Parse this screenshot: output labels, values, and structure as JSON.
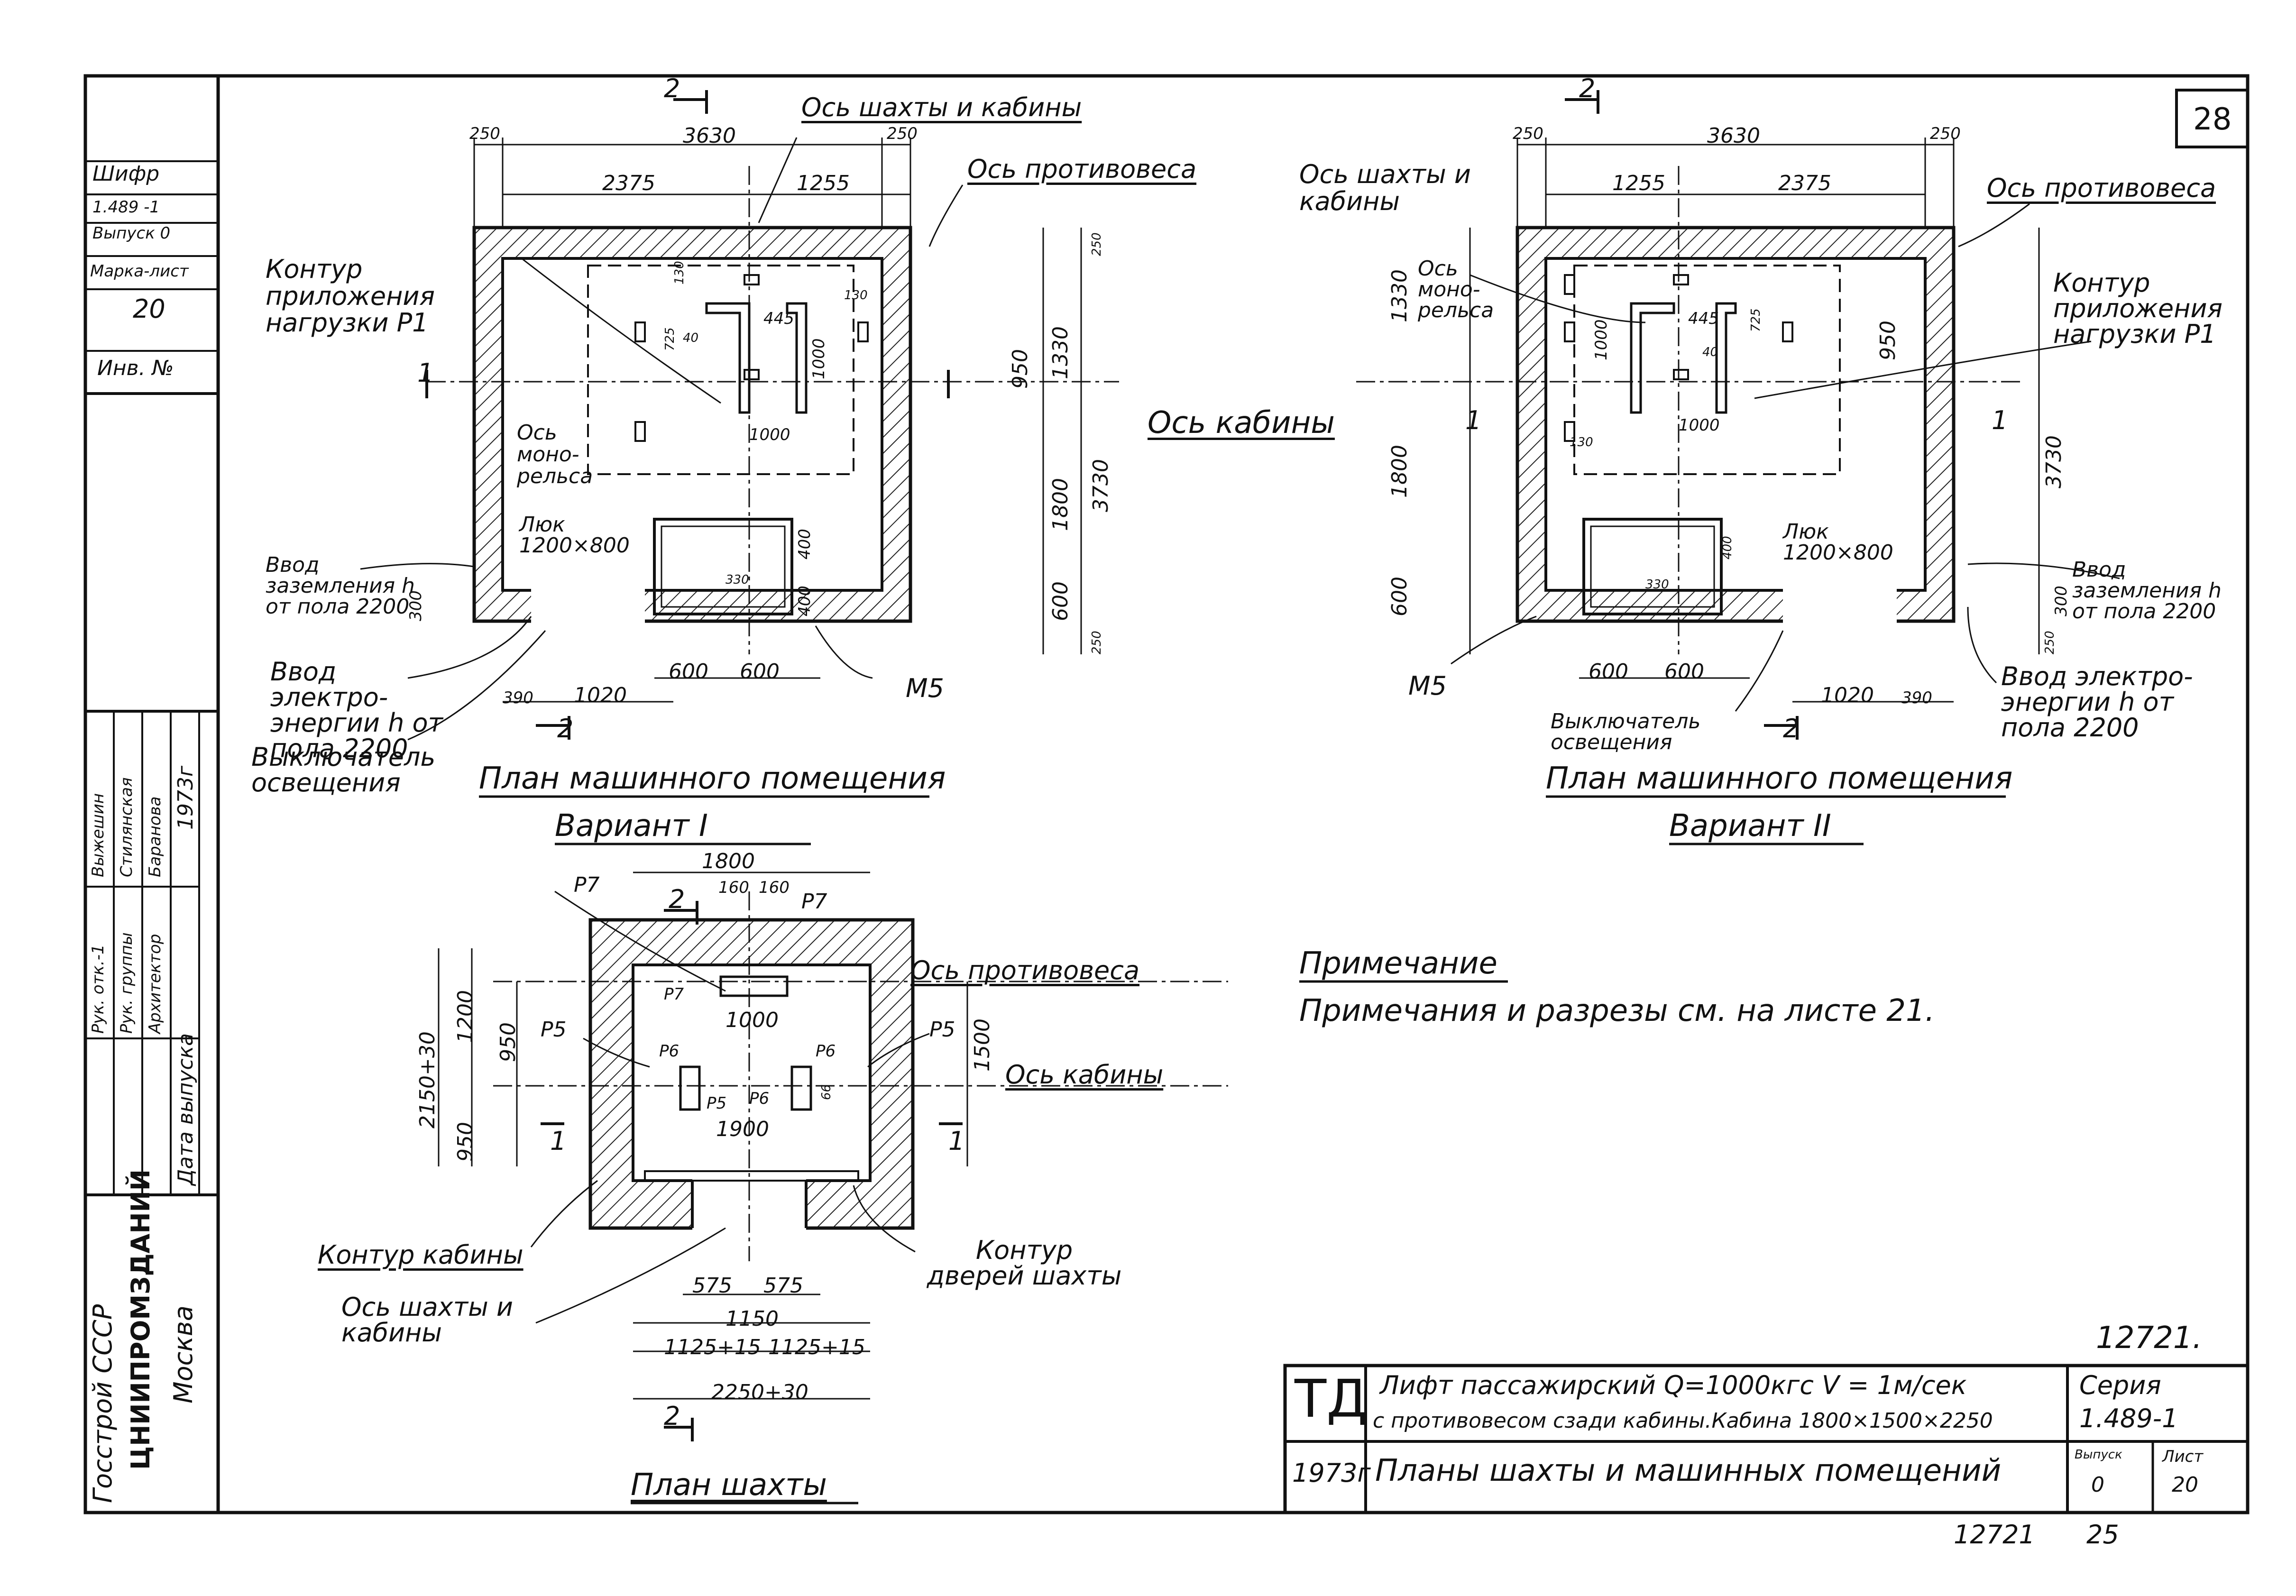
{
  "sheet_number_top": "28",
  "sidebar": {
    "cipher_label": "Шифр",
    "cipher_value": "1.489 -1",
    "issue_value": "Выпуск 0",
    "mark_sheet_label": "Марка-лист",
    "mark_sheet_value": "20",
    "inv_label": "Инв. №",
    "signatures": {
      "roles": [
        "Рук. отк.-1",
        "Рук. группы",
        "Архитектор",
        "Дата выпуска"
      ],
      "names": [
        "Выжешин",
        "Стилянская",
        "Баранова"
      ],
      "year": "1973г",
      "org_line1": "Госстрой СССР",
      "org_line2": "ЦНИИПРОМЗДАНИЙ",
      "org_line3": "Москва"
    }
  },
  "plan_variant_1": {
    "caption": "План машинного помещения",
    "variant": "Вариант I",
    "labels": {
      "shaft_axis": "Ось шахты и кабины",
      "counterweight_axis": "Ось противовеса",
      "load_contour": "Контур приложения нагрузки P1",
      "monorail_axis": "Ось моно- рельса",
      "hatch": "Люк 1200×800",
      "ground_input": "Ввод заземления h от пола 2200",
      "power_input": "Ввод электро- энергии h от пола 2200",
      "light_switch": "Выключатель освещения",
      "m5": "М5",
      "section_1": "1",
      "section_2": "2"
    },
    "dims": {
      "total_width": "3630",
      "left_wall": "250",
      "right_wall": "250",
      "w1": "2375",
      "w2": "1255",
      "h_total": "3730",
      "h1": "1330",
      "h2": "1800",
      "h3": "600",
      "h_wall_top": "250",
      "h_wall_bottom": "250",
      "h950": "950",
      "d445": "445",
      "d1000a": "1000",
      "d1000b": "1000",
      "d725": "725",
      "d40": "40",
      "d130a": "130",
      "d130b": "130",
      "d400a": "400",
      "d400b": "400",
      "d330": "330",
      "d300": "300",
      "d390": "390",
      "d1020": "1020",
      "d600a": "600",
      "d600b": "600"
    }
  },
  "plan_variant_2": {
    "caption": "План машинного помещения",
    "variant": "Вариант II",
    "labels": {
      "shaft_axis": "Ось шахты и кабины",
      "counterweight_axis": "Ось противовеса",
      "load_contour": "Контур приложения нагрузки P1",
      "monorail_axis": "Ось моно- рельса",
      "cabin_axis": "Ось кабины",
      "hatch": "Люк 1200×800",
      "ground_input": "Ввод заземления h от пола 2200",
      "power_input": "Ввод электро- энергии h от пола 2200",
      "light_switch": "Выключатель освещения",
      "m5": "М5",
      "section_1": "1",
      "section_2": "2"
    },
    "dims": {
      "total_width": "3630",
      "left_wall": "250",
      "right_wall": "250",
      "w1": "1255",
      "w2": "2375",
      "h_total": "3730",
      "h1": "1330",
      "h2": "1800",
      "h3": "600",
      "h950": "950",
      "d445": "445",
      "d1000a": "1000",
      "d1000b": "1000",
      "d725": "725",
      "d40": "40",
      "d130": "130",
      "d400": "400",
      "d330": "330",
      "d300": "300",
      "d390": "390",
      "d1020": "1020",
      "d600a": "600",
      "d600b": "600",
      "d250": "250"
    }
  },
  "shaft_plan": {
    "caption": "План шахты",
    "labels": {
      "counterweight_axis": "Ось противовеса",
      "cabin_axis": "Ось кабины",
      "cabin_contour": "Контур кабины",
      "door_contour": "Контур дверей шахты",
      "shaft_axis": "Ось шахты и кабины",
      "p7a": "P7",
      "p7b": "P7",
      "p5a": "P5",
      "p5b": "P5",
      "p6a": "P6",
      "p6b": "P6",
      "p6c": "P6",
      "p7c": "P7",
      "p5c": "P5",
      "section_2": "2",
      "section_1": "1"
    },
    "dims": {
      "d1800": "1800",
      "d160a": "160",
      "d160b": "160",
      "d1000": "1000",
      "d1900": "1900",
      "d2150": "2150+30",
      "d1200": "1200",
      "d950a": "950",
      "d950b": "950",
      "d1500": "1500",
      "d66": "66",
      "d575a": "575",
      "d575b": "575",
      "d1150": "1150",
      "d1125a": "1125+15",
      "d1125b": "1125+15",
      "d2250": "2250+30"
    }
  },
  "note": {
    "title": "Примечание",
    "text": "Примечания и разрезы см. на листе 21."
  },
  "title_block": {
    "doc_number": "12721.",
    "mark": "ТД",
    "title_line1": "Лифт пассажирский Q=1000кгс V = 1м/сек",
    "title_line2": "с противовесом сзади кабины.Кабина 1800×1500×2250",
    "year": "1973г",
    "subtitle": "Планы шахты и машинных помещений",
    "series_label": "Серия",
    "series_value": "1.489-1",
    "issue_label": "Выпуск",
    "issue_value": "0",
    "sheet_label": "Лист",
    "sheet_value": "20",
    "bottom_number": "12721",
    "bottom_page": "25"
  }
}
